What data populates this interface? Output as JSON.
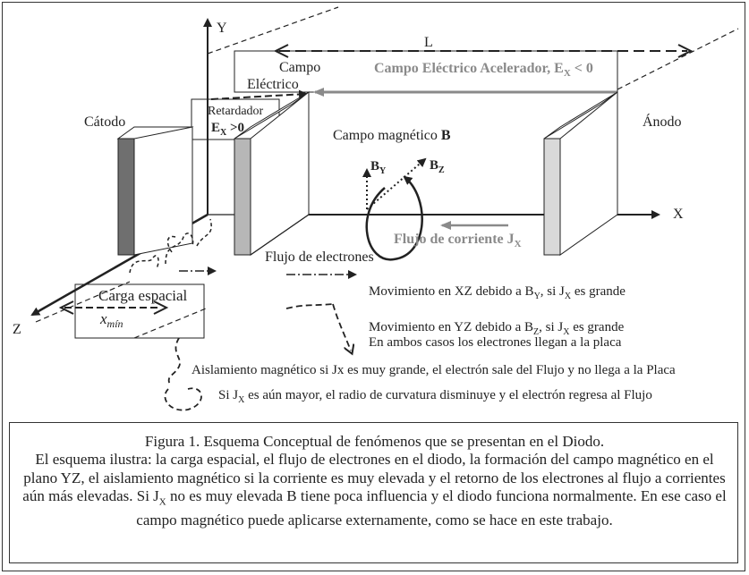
{
  "diagram": {
    "axis_y": "Y",
    "axis_x": "X",
    "axis_z": "Z",
    "label_L": "L",
    "campo_electrico_line1": "Campo",
    "campo_electrico_line2": "Eléctrico",
    "campo_acelerador": "Campo Eléctrico Acelerador, E",
    "campo_acelerador_sub": "X",
    "campo_acelerador_tail": " < 0",
    "retardador": "Retardador",
    "retardador_e": "E",
    "retardador_sub": "X",
    "retardador_tail": " >0",
    "catodo": "Cátodo",
    "anodo": "Ánodo",
    "campo_magnetico": "Campo magnético ",
    "campo_magnetico_b": "B",
    "b_y": "B",
    "b_y_sub": "Y",
    "b_z": "B",
    "b_z_sub": "Z",
    "flujo_corriente": "Flujo de corriente J",
    "flujo_corriente_sub": "X",
    "flujo_electrones": "Flujo de electrones",
    "carga_espacial": "Carga espacial",
    "x_min": "x",
    "x_min_sub": "mín",
    "mov_xz": "Movimiento en XZ debido a B",
    "mov_xz_sub1": "Y",
    "mov_xz_mid": ", si J",
    "mov_xz_sub2": "X",
    "mov_xz_tail": " es grande",
    "mov_yz": "Movimiento en YZ debido a B",
    "mov_yz_sub1": "Z",
    "mov_yz_mid": ", si J",
    "mov_yz_sub2": "X",
    "mov_yz_tail": " es grande",
    "ambos": "En ambos casos los electrones llegan a la placa",
    "aislamiento": "Aislamiento magnético si Jx es muy grande, el electrón sale del Flujo y no llega a la Placa",
    "si_jx": "Si J",
    "si_jx_sub": "X",
    "si_jx_tail": " es aún mayor, el radio de curvatura disminuye y el electrón regresa al Flujo"
  },
  "caption": {
    "title": "Figura 1. Esquema Conceptual de fenómenos que se presentan en el Diodo.",
    "body_1": "El esquema ilustra: la carga espacial, el flujo de electrones en el diodo, la formación del campo magnético en el plano YZ, el aislamiento magnético si la corriente es muy elevada y el retorno de los electrones al flujo a corrientes aún más elevadas. Si J",
    "body_sub": "X",
    "body_2": " no es muy elevada B tiene poca influencia y el diodo funciona normalmente. En ese caso el campo magnético puede aplicarse externamente, como se hace en este trabajo."
  },
  "colors": {
    "ink": "#222222",
    "gray_arrow": "#8a8a8a",
    "cathode_plate": "#6f6f6f",
    "grid_plate": "#b7b7b7",
    "anode_plate": "#d9d9d9"
  }
}
